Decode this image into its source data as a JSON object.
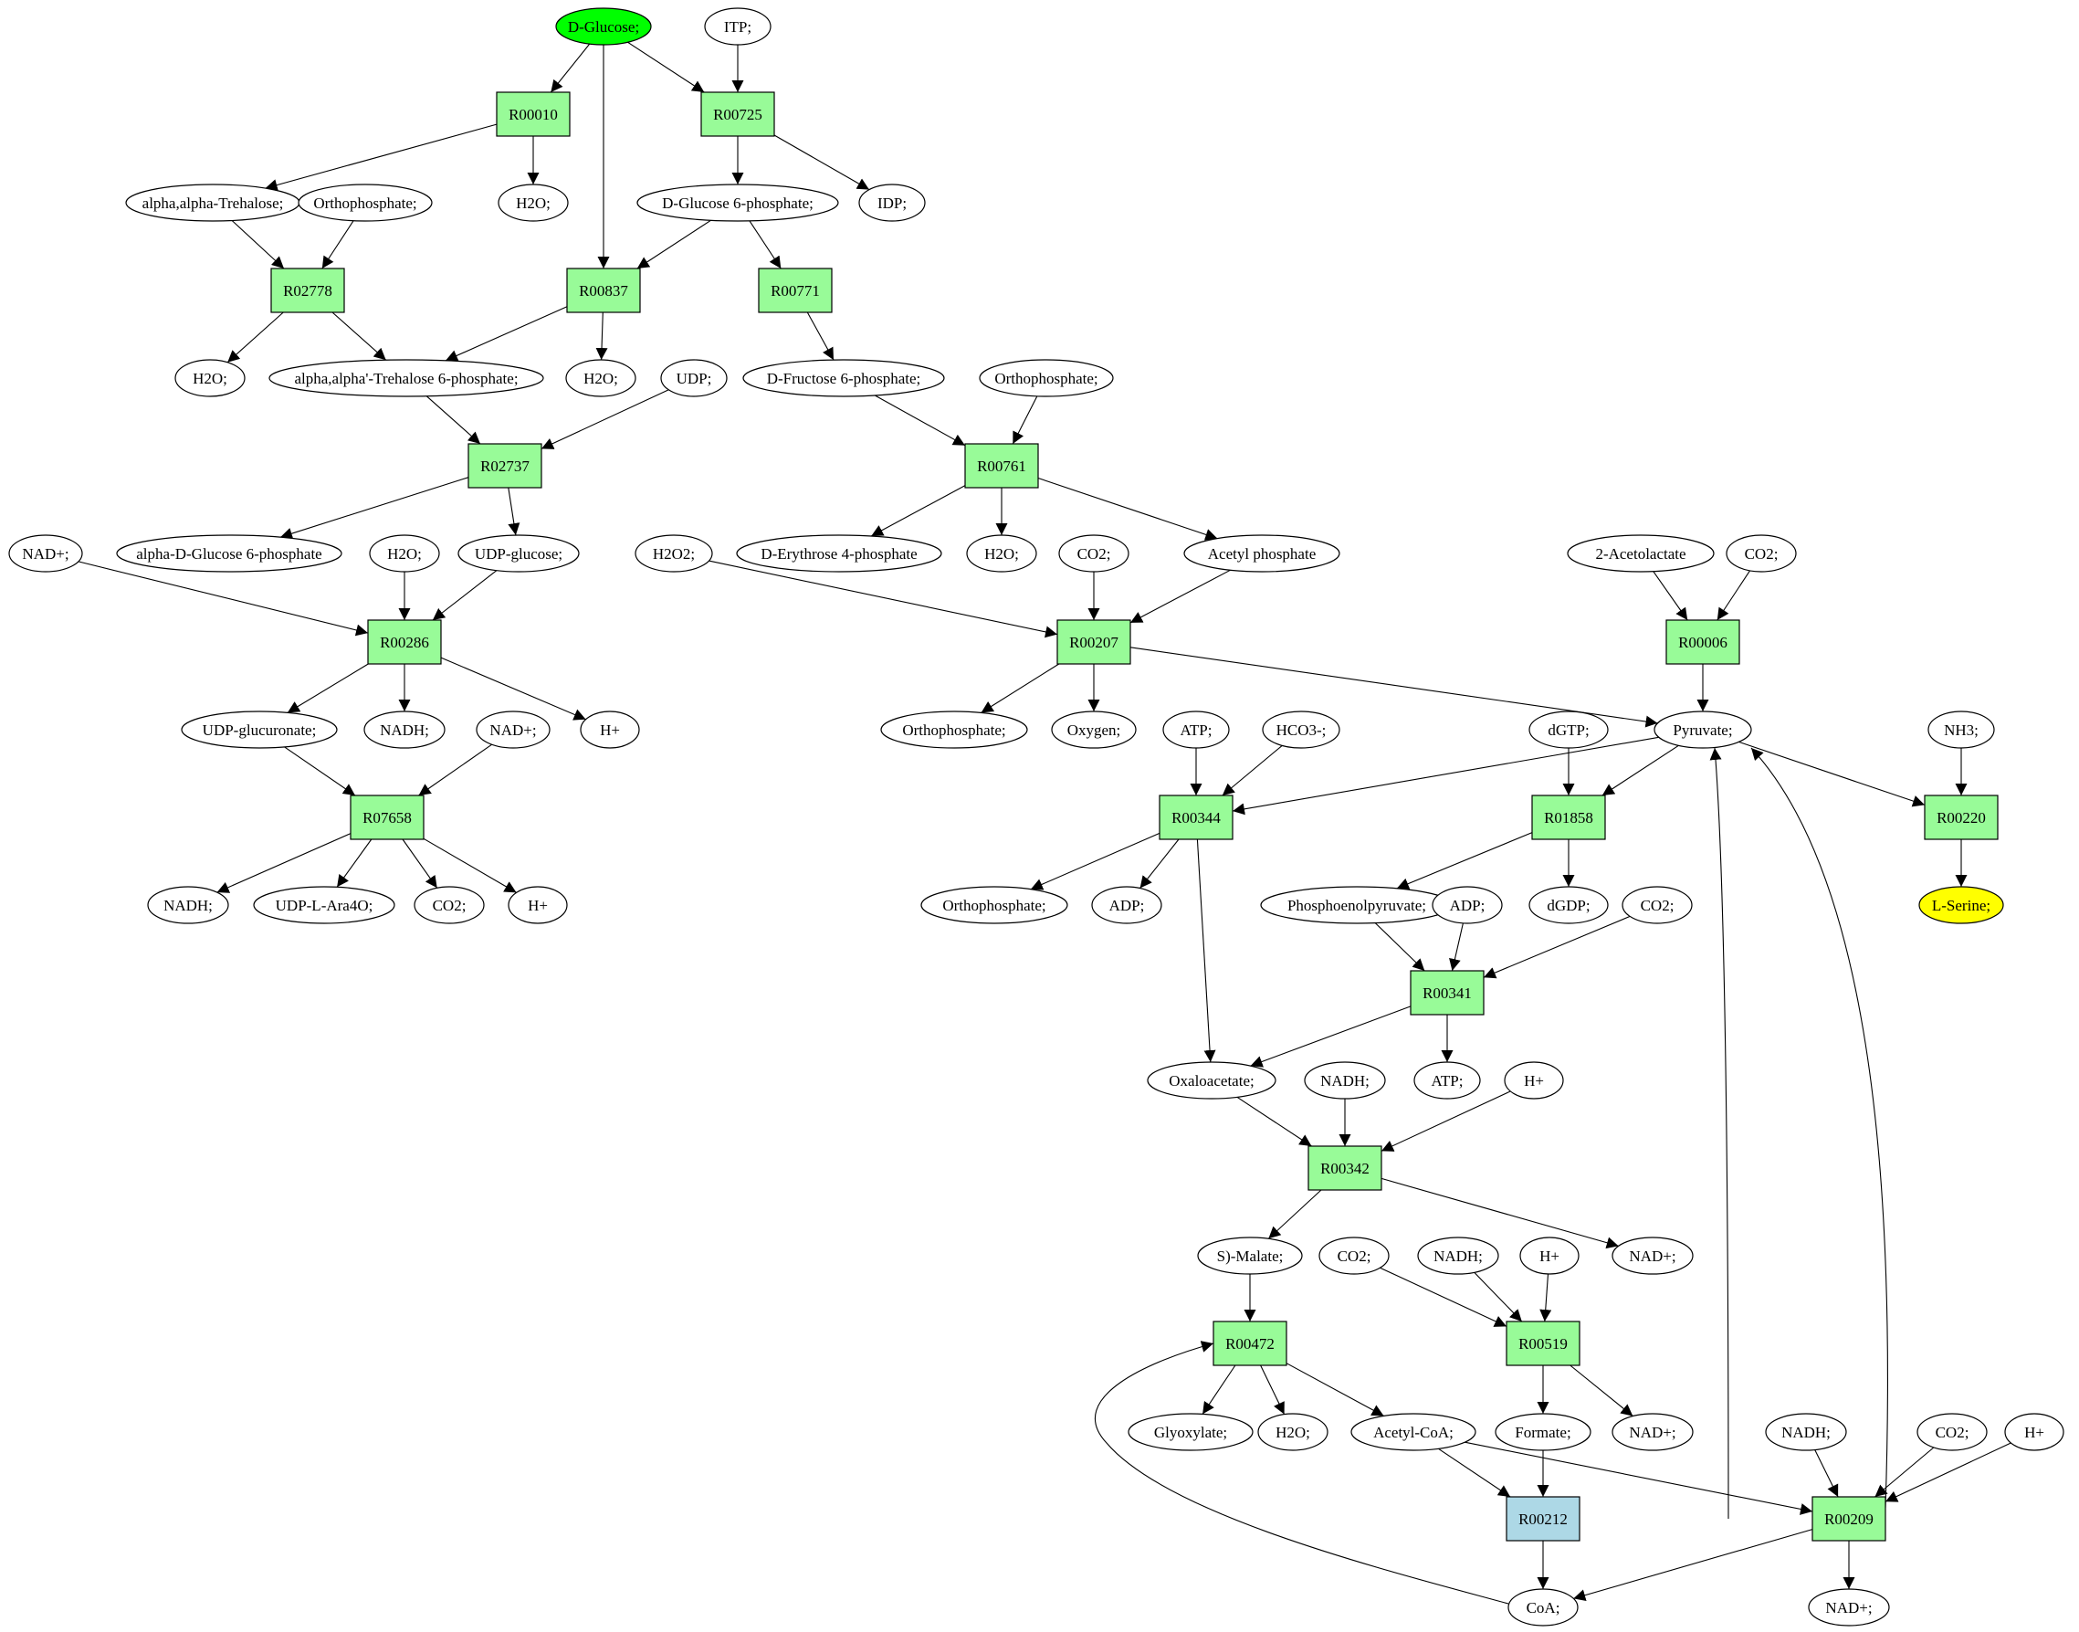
{
  "colors": {
    "metabolite": "#ffffff",
    "reaction": "#98fb98",
    "start": "#00ff00",
    "target": "#ffff00",
    "highlight_reaction": "#add8e6"
  },
  "nodes": [
    {
      "id": "glucose",
      "label": "D-Glucose;",
      "kind": "start"
    },
    {
      "id": "itp",
      "label": "ITP;",
      "kind": "metabolite"
    },
    {
      "id": "r00010",
      "label": "R00010",
      "kind": "reaction"
    },
    {
      "id": "r00725",
      "label": "R00725",
      "kind": "reaction"
    },
    {
      "id": "trehalose",
      "label": "alpha,alpha-Trehalose;",
      "kind": "metabolite"
    },
    {
      "id": "orthophosphate_1",
      "label": "Orthophosphate;",
      "kind": "metabolite"
    },
    {
      "id": "h2o_1",
      "label": "H2O;",
      "kind": "metabolite"
    },
    {
      "id": "glucose6p",
      "label": "D-Glucose 6-phosphate;",
      "kind": "metabolite"
    },
    {
      "id": "idp",
      "label": "IDP;",
      "kind": "metabolite"
    },
    {
      "id": "r02778",
      "label": "R02778",
      "kind": "reaction"
    },
    {
      "id": "r00837",
      "label": "R00837",
      "kind": "reaction"
    },
    {
      "id": "r00771",
      "label": "R00771",
      "kind": "reaction"
    },
    {
      "id": "h2o_2",
      "label": "H2O;",
      "kind": "metabolite"
    },
    {
      "id": "trehalose6p",
      "label": "alpha,alpha'-Trehalose 6-phosphate;",
      "kind": "metabolite"
    },
    {
      "id": "h2o_3",
      "label": "H2O;",
      "kind": "metabolite"
    },
    {
      "id": "udp",
      "label": "UDP;",
      "kind": "metabolite"
    },
    {
      "id": "fructose6p",
      "label": "D-Fructose 6-phosphate;",
      "kind": "metabolite"
    },
    {
      "id": "orthophosphate_2",
      "label": "Orthophosphate;",
      "kind": "metabolite"
    },
    {
      "id": "r02737",
      "label": "R02737",
      "kind": "reaction"
    },
    {
      "id": "r00761",
      "label": "R00761",
      "kind": "reaction"
    },
    {
      "id": "nad_1",
      "label": "NAD+;",
      "kind": "metabolite"
    },
    {
      "id": "alpha_glucose6p",
      "label": "alpha-D-Glucose 6-phosphate",
      "kind": "metabolite"
    },
    {
      "id": "h2o_4",
      "label": "H2O;",
      "kind": "metabolite"
    },
    {
      "id": "udp_glucose",
      "label": "UDP-glucose;",
      "kind": "metabolite"
    },
    {
      "id": "h2o2",
      "label": "H2O2;",
      "kind": "metabolite"
    },
    {
      "id": "erythrose4p",
      "label": "D-Erythrose 4-phosphate",
      "kind": "metabolite"
    },
    {
      "id": "h2o_5",
      "label": "H2O;",
      "kind": "metabolite"
    },
    {
      "id": "co2_1",
      "label": "CO2;",
      "kind": "metabolite"
    },
    {
      "id": "acetyl_phosphate",
      "label": "Acetyl phosphate",
      "kind": "metabolite"
    },
    {
      "id": "acetolactate",
      "label": "2-Acetolactate",
      "kind": "metabolite"
    },
    {
      "id": "co2_2",
      "label": "CO2;",
      "kind": "metabolite"
    },
    {
      "id": "r00286",
      "label": "R00286",
      "kind": "reaction"
    },
    {
      "id": "r00207",
      "label": "R00207",
      "kind": "reaction"
    },
    {
      "id": "r00006",
      "label": "R00006",
      "kind": "reaction"
    },
    {
      "id": "udp_glucuronate",
      "label": "UDP-glucuronate;",
      "kind": "metabolite"
    },
    {
      "id": "nadh_1",
      "label": "NADH;",
      "kind": "metabolite"
    },
    {
      "id": "nad_2",
      "label": "NAD+;",
      "kind": "metabolite"
    },
    {
      "id": "hplus_1",
      "label": "H+",
      "kind": "metabolite"
    },
    {
      "id": "orthophosphate_3",
      "label": "Orthophosphate;",
      "kind": "metabolite"
    },
    {
      "id": "oxygen",
      "label": "Oxygen;",
      "kind": "metabolite"
    },
    {
      "id": "atp_1",
      "label": "ATP;",
      "kind": "metabolite"
    },
    {
      "id": "hco3",
      "label": "HCO3-;",
      "kind": "metabolite"
    },
    {
      "id": "dgtp",
      "label": "dGTP;",
      "kind": "metabolite"
    },
    {
      "id": "pyruvate",
      "label": "Pyruvate;",
      "kind": "metabolite"
    },
    {
      "id": "nh3",
      "label": "NH3;",
      "kind": "metabolite"
    },
    {
      "id": "r07658",
      "label": "R07658",
      "kind": "reaction"
    },
    {
      "id": "r00344",
      "label": "R00344",
      "kind": "reaction"
    },
    {
      "id": "r01858",
      "label": "R01858",
      "kind": "reaction"
    },
    {
      "id": "r00220",
      "label": "R00220",
      "kind": "reaction"
    },
    {
      "id": "nadh_2",
      "label": "NADH;",
      "kind": "metabolite"
    },
    {
      "id": "udp_ara4o",
      "label": "UDP-L-Ara4O;",
      "kind": "metabolite"
    },
    {
      "id": "co2_3",
      "label": "CO2;",
      "kind": "metabolite"
    },
    {
      "id": "hplus_2",
      "label": "H+",
      "kind": "metabolite"
    },
    {
      "id": "orthophosphate_4",
      "label": "Orthophosphate;",
      "kind": "metabolite"
    },
    {
      "id": "adp_1",
      "label": "ADP;",
      "kind": "metabolite"
    },
    {
      "id": "pep",
      "label": "Phosphoenolpyruvate;",
      "kind": "metabolite"
    },
    {
      "id": "adp_2",
      "label": "ADP;",
      "kind": "metabolite"
    },
    {
      "id": "dgdp",
      "label": "dGDP;",
      "kind": "metabolite"
    },
    {
      "id": "co2_4",
      "label": "CO2;",
      "kind": "metabolite"
    },
    {
      "id": "serine",
      "label": "L-Serine;",
      "kind": "target"
    },
    {
      "id": "r00341",
      "label": "R00341",
      "kind": "reaction"
    },
    {
      "id": "oxaloacetate",
      "label": "Oxaloacetate;",
      "kind": "metabolite"
    },
    {
      "id": "nadh_3",
      "label": "NADH;",
      "kind": "metabolite"
    },
    {
      "id": "atp_2",
      "label": "ATP;",
      "kind": "metabolite"
    },
    {
      "id": "hplus_3",
      "label": "H+",
      "kind": "metabolite"
    },
    {
      "id": "r00342",
      "label": "R00342",
      "kind": "reaction"
    },
    {
      "id": "malate",
      "label": "S)-Malate;",
      "kind": "metabolite"
    },
    {
      "id": "co2_5",
      "label": "CO2;",
      "kind": "metabolite"
    },
    {
      "id": "nadh_4",
      "label": "NADH;",
      "kind": "metabolite"
    },
    {
      "id": "hplus_4",
      "label": "H+",
      "kind": "metabolite"
    },
    {
      "id": "nad_3",
      "label": "NAD+;",
      "kind": "metabolite"
    },
    {
      "id": "r00472",
      "label": "R00472",
      "kind": "reaction"
    },
    {
      "id": "r00519",
      "label": "R00519",
      "kind": "reaction"
    },
    {
      "id": "glyoxylate",
      "label": "Glyoxylate;",
      "kind": "metabolite"
    },
    {
      "id": "h2o_6",
      "label": "H2O;",
      "kind": "metabolite"
    },
    {
      "id": "acetyl_coa",
      "label": "Acetyl-CoA;",
      "kind": "metabolite"
    },
    {
      "id": "formate",
      "label": "Formate;",
      "kind": "metabolite"
    },
    {
      "id": "nad_4",
      "label": "NAD+;",
      "kind": "metabolite"
    },
    {
      "id": "nadh_5",
      "label": "NADH;",
      "kind": "metabolite"
    },
    {
      "id": "co2_6",
      "label": "CO2;",
      "kind": "metabolite"
    },
    {
      "id": "hplus_5",
      "label": "H+",
      "kind": "metabolite"
    },
    {
      "id": "r00212",
      "label": "R00212",
      "kind": "highlight_reaction"
    },
    {
      "id": "r00209",
      "label": "R00209",
      "kind": "reaction"
    },
    {
      "id": "coa",
      "label": "CoA;",
      "kind": "metabolite"
    },
    {
      "id": "nad_5",
      "label": "NAD+;",
      "kind": "metabolite"
    }
  ],
  "edges": [
    [
      "glucose",
      "r00010"
    ],
    [
      "glucose",
      "r00837"
    ],
    [
      "glucose",
      "r00725"
    ],
    [
      "itp",
      "r00725"
    ],
    [
      "r00010",
      "trehalose"
    ],
    [
      "r00010",
      "h2o_1"
    ],
    [
      "r00725",
      "glucose6p"
    ],
    [
      "r00725",
      "idp"
    ],
    [
      "trehalose",
      "r02778"
    ],
    [
      "orthophosphate_1",
      "r02778"
    ],
    [
      "glucose6p",
      "r00837"
    ],
    [
      "glucose6p",
      "r00771"
    ],
    [
      "r02778",
      "h2o_2"
    ],
    [
      "r02778",
      "trehalose6p"
    ],
    [
      "r00837",
      "trehalose6p"
    ],
    [
      "r00837",
      "h2o_3"
    ],
    [
      "r00771",
      "fructose6p"
    ],
    [
      "trehalose6p",
      "r02737"
    ],
    [
      "udp",
      "r02737"
    ],
    [
      "fructose6p",
      "r00761"
    ],
    [
      "orthophosphate_2",
      "r00761"
    ],
    [
      "r02737",
      "alpha_glucose6p"
    ],
    [
      "r02737",
      "udp_glucose"
    ],
    [
      "r00761",
      "erythrose4p"
    ],
    [
      "r00761",
      "h2o_5"
    ],
    [
      "r00761",
      "acetyl_phosphate"
    ],
    [
      "nad_1",
      "r00286"
    ],
    [
      "h2o_4",
      "r00286"
    ],
    [
      "udp_glucose",
      "r00286"
    ],
    [
      "h2o2",
      "r00207"
    ],
    [
      "co2_1",
      "r00207"
    ],
    [
      "acetyl_phosphate",
      "r00207"
    ],
    [
      "acetolactate",
      "r00006"
    ],
    [
      "co2_2",
      "r00006"
    ],
    [
      "r00286",
      "udp_glucuronate"
    ],
    [
      "r00286",
      "nadh_1"
    ],
    [
      "r00286",
      "hplus_1"
    ],
    [
      "r00207",
      "orthophosphate_3"
    ],
    [
      "r00207",
      "oxygen"
    ],
    [
      "r00207",
      "pyruvate"
    ],
    [
      "r00006",
      "pyruvate"
    ],
    [
      "udp_glucuronate",
      "r07658"
    ],
    [
      "nad_2",
      "r07658"
    ],
    [
      "atp_1",
      "r00344"
    ],
    [
      "hco3",
      "r00344"
    ],
    [
      "pyruvate",
      "r00344"
    ],
    [
      "dgtp",
      "r01858"
    ],
    [
      "pyruvate",
      "r01858"
    ],
    [
      "pyruvate",
      "r00220"
    ],
    [
      "nh3",
      "r00220"
    ],
    [
      "r07658",
      "nadh_2"
    ],
    [
      "r07658",
      "udp_ara4o"
    ],
    [
      "r07658",
      "co2_3"
    ],
    [
      "r07658",
      "hplus_2"
    ],
    [
      "r00344",
      "orthophosphate_4"
    ],
    [
      "r00344",
      "adp_1"
    ],
    [
      "r00344",
      "oxaloacetate"
    ],
    [
      "r01858",
      "pep"
    ],
    [
      "r01858",
      "dgdp"
    ],
    [
      "r00220",
      "serine"
    ],
    [
      "pep",
      "r00341"
    ],
    [
      "adp_2",
      "r00341"
    ],
    [
      "co2_4",
      "r00341"
    ],
    [
      "r00341",
      "oxaloacetate"
    ],
    [
      "r00341",
      "atp_2"
    ],
    [
      "oxaloacetate",
      "r00342"
    ],
    [
      "nadh_3",
      "r00342"
    ],
    [
      "hplus_3",
      "r00342"
    ],
    [
      "r00342",
      "malate"
    ],
    [
      "r00342",
      "nad_3"
    ],
    [
      "malate",
      "r00472"
    ],
    [
      "co2_5",
      "r00519"
    ],
    [
      "nadh_4",
      "r00519"
    ],
    [
      "hplus_4",
      "r00519"
    ],
    [
      "r00472",
      "glyoxylate"
    ],
    [
      "r00472",
      "h2o_6"
    ],
    [
      "r00472",
      "acetyl_coa"
    ],
    [
      "r00519",
      "formate"
    ],
    [
      "r00519",
      "nad_4"
    ],
    [
      "acetyl_coa",
      "r00212"
    ],
    [
      "formate",
      "r00212"
    ],
    [
      "acetyl_coa",
      "r00209"
    ],
    [
      "nadh_5",
      "r00209"
    ],
    [
      "co2_6",
      "r00209"
    ],
    [
      "hplus_5",
      "r00209"
    ],
    [
      "r00212",
      "coa"
    ],
    [
      "r00212",
      "pyruvate"
    ],
    [
      "r00209",
      "coa"
    ],
    [
      "r00209",
      "nad_5"
    ],
    [
      "r00209",
      "pyruvate"
    ],
    [
      "coa",
      "r00472"
    ]
  ]
}
